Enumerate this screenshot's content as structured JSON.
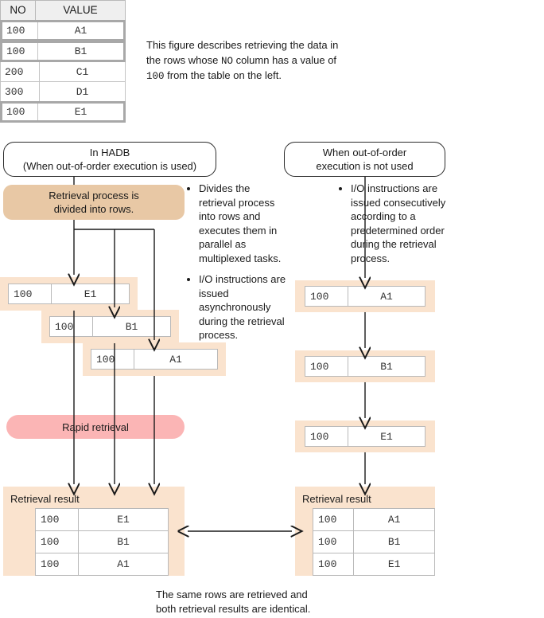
{
  "source_table": {
    "name": "source-data-table",
    "columns": [
      "NO",
      "VALUE"
    ],
    "rows": [
      {
        "no": "100",
        "value": "A1",
        "highlighted": true
      },
      {
        "no": "100",
        "value": "B1",
        "highlighted": true
      },
      {
        "no": "200",
        "value": "C1",
        "highlighted": false
      },
      {
        "no": "300",
        "value": "D1",
        "highlighted": false
      },
      {
        "no": "100",
        "value": "E1",
        "highlighted": true
      }
    ]
  },
  "intro": {
    "line1_a": "This figure describes retrieving the data in",
    "line2_a": "the rows whose ",
    "line2_mono": "NO",
    "line2_b": " column has a value of",
    "line3_mono": "100",
    "line3_b": " from the table on the left."
  },
  "left_column": {
    "header_line1": "In HADB",
    "header_line2": "(When out-of-order execution is used)",
    "process_line1": "Retrieval process is",
    "process_line2": "divided into rows.",
    "rapid_label": "Rapid retrieval",
    "bullets": [
      "Divides the retrieval process into rows and executes them in parallel as multiplexed tasks.",
      "I/O instructions are issued asynchronously during the retrieval process."
    ],
    "cards": [
      {
        "no": "100",
        "value": "E1"
      },
      {
        "no": "100",
        "value": "B1"
      },
      {
        "no": "100",
        "value": "A1"
      }
    ],
    "result_title": "Retrieval result",
    "result_rows": [
      {
        "no": "100",
        "value": "E1"
      },
      {
        "no": "100",
        "value": "B1"
      },
      {
        "no": "100",
        "value": "A1"
      }
    ]
  },
  "right_column": {
    "header_line1": "When out-of-order",
    "header_line2": "execution is not used",
    "bullets": [
      "I/O instructions are issued consecutively according to a predetermined order during the retrieval process."
    ],
    "cards": [
      {
        "no": "100",
        "value": "A1"
      },
      {
        "no": "100",
        "value": "B1"
      },
      {
        "no": "100",
        "value": "E1"
      }
    ],
    "result_title": "Retrieval result",
    "result_rows": [
      {
        "no": "100",
        "value": "A1"
      },
      {
        "no": "100",
        "value": "B1"
      },
      {
        "no": "100",
        "value": "E1"
      }
    ]
  },
  "caption": {
    "line1": "The same rows are retrieved and",
    "line2": "both retrieval results are identical."
  },
  "colors": {
    "peach_card": "#fae3ce",
    "tan_process": "#e8c8a5",
    "pink_rapid": "#fbb5b5",
    "header_gray": "#efefef",
    "border_gray": "#b9b9b9",
    "highlight_border": "#a8a8a8",
    "arrow": "#1a1a1a"
  }
}
